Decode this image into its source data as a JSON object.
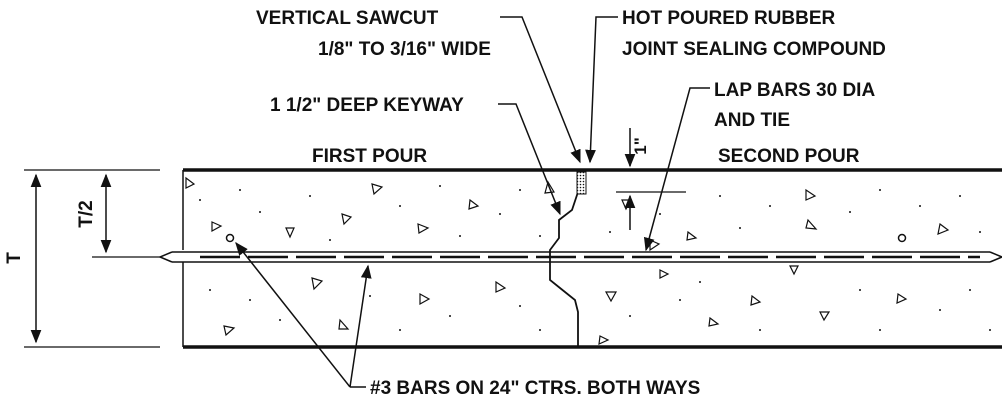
{
  "diagram": {
    "labels": {
      "sawcut_line1": "VERTICAL SAWCUT",
      "sawcut_line2": "1/8\" TO 3/16\" WIDE",
      "sealant_line1": "HOT POURED RUBBER",
      "sealant_line2": "JOINT SEALING COMPOUND",
      "lap_line1": "LAP BARS 30 DIA",
      "lap_line2": "AND TIE",
      "keyway": "1 1/2\" DEEP KEYWAY",
      "first_pour": "FIRST POUR",
      "second_pour": "SECOND POUR",
      "one_inch": "1\"",
      "half_thickness": "T/2",
      "thickness": "T",
      "bars_note": "#3 BARS ON 24\" CTRS. BOTH WAYS"
    },
    "colors": {
      "ink": "#111111",
      "background": "#ffffff"
    }
  }
}
